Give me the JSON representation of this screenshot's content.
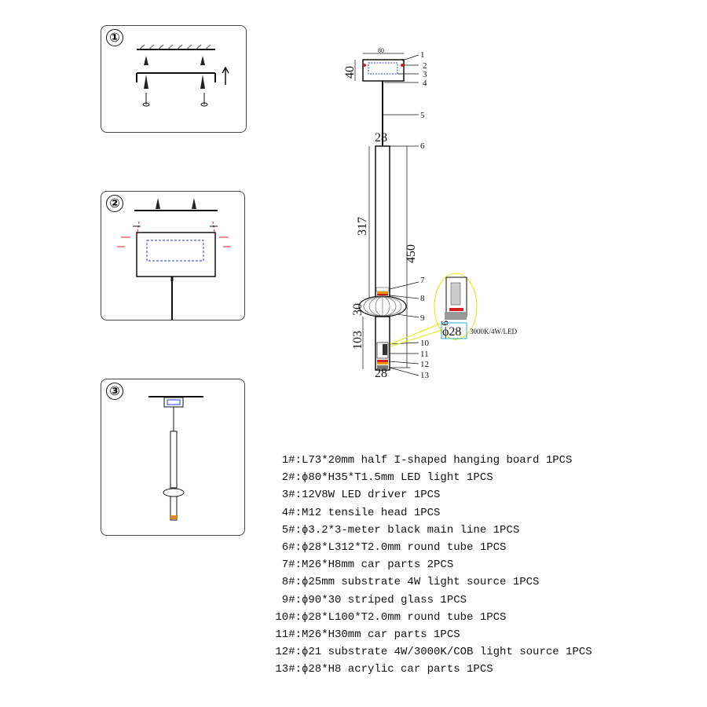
{
  "steps": [
    "①",
    "②",
    "③"
  ],
  "dimensions": {
    "width_top": "80",
    "height_top": "40",
    "tube_dia_top": "28",
    "tube_len": "317",
    "total_len": "450",
    "glass_h": "30",
    "lower_len": "103",
    "tube_dia_bottom": "28",
    "detail_h": "9",
    "detail_dia": "ϕ28",
    "detail_spec": "3000K/4W/LED"
  },
  "callouts": [
    "1",
    "2",
    "3",
    "4",
    "5",
    "6",
    "7",
    "8",
    "9",
    "10",
    "11",
    "12",
    "13"
  ],
  "parts": [
    {
      "num": "1#:",
      "desc": "L73*20mm half I-shaped hanging board 1PCS"
    },
    {
      "num": "2#:",
      "desc": "ϕ80*H35*T1.5mm LED light 1PCS"
    },
    {
      "num": "3#:",
      "desc": "12V8W LED driver 1PCS"
    },
    {
      "num": "4#:",
      "desc": "M12 tensile head 1PCS"
    },
    {
      "num": "5#:",
      "desc": "ϕ3.2*3-meter black main line 1PCS"
    },
    {
      "num": "6#:",
      "desc": "ϕ28*L312*T2.0mm round tube 1PCS"
    },
    {
      "num": "7#:",
      "desc": "M26*H8mm car parts 2PCS"
    },
    {
      "num": "8#:",
      "desc": "ϕ25mm substrate 4W light source 1PCS"
    },
    {
      "num": "9#:",
      "desc": "ϕ90*30 striped glass 1PCS"
    },
    {
      "num": "10#:",
      "desc": "ϕ28*L100*T2.0mm round tube 1PCS"
    },
    {
      "num": "11#:",
      "desc": "M26*H30mm car parts 1PCS"
    },
    {
      "num": "12#:",
      "desc": "ϕ21 substrate 4W/3000K/COB light source 1PCS"
    },
    {
      "num": "13#:",
      "desc": "ϕ28*H8 acrylic car parts 1PCS"
    }
  ]
}
